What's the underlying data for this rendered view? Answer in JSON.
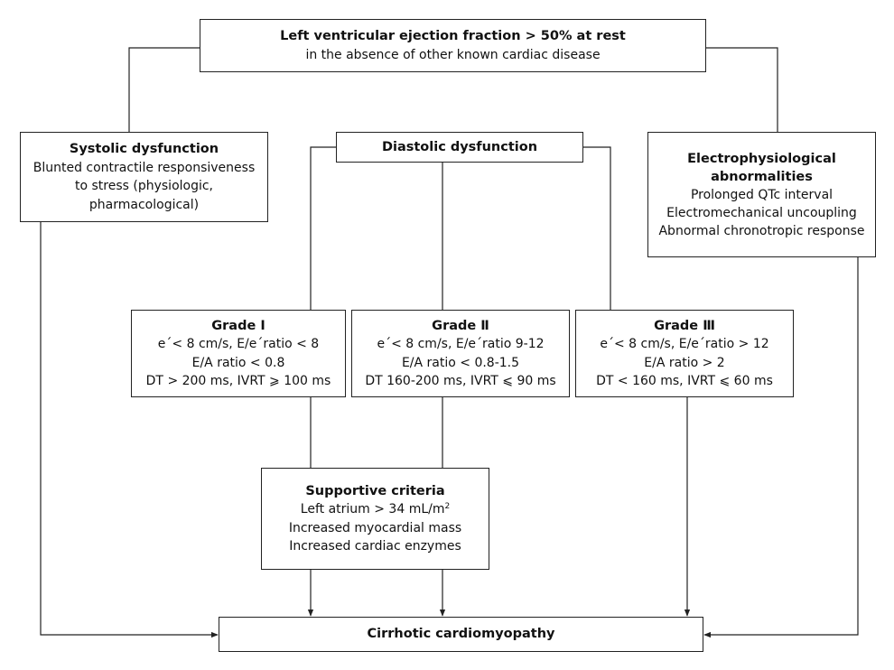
{
  "diagram": {
    "top_box": {
      "title": "Left ventricular ejection fraction > 50% at rest",
      "subtitle": "in the absence of other known cardiac disease"
    },
    "systolic": {
      "title": "Systolic dysfunction",
      "lines": [
        "Blunted contractile responsiveness",
        "to stress (physiologic,",
        "pharmacological)"
      ]
    },
    "diastolic": {
      "title": "Diastolic dysfunction"
    },
    "electrophysiological": {
      "title_lines": [
        "Electrophysiological",
        "abnormalities"
      ],
      "lines": [
        "Prolonged QTc interval",
        "Electromechanical uncoupling",
        "Abnormal chronotropic response"
      ]
    },
    "grades": [
      {
        "title": "Grade Ⅰ",
        "lines": [
          "e´< 8 cm/s, E/e´ratio < 8",
          "E/A ratio < 0.8",
          "DT > 200 ms, IVRT ⩾ 100 ms"
        ]
      },
      {
        "title": "Grade Ⅱ",
        "lines": [
          "e´< 8 cm/s, E/e´ratio 9-12",
          "E/A ratio < 0.8-1.5",
          "DT 160-200 ms, IVRT ⩽ 90 ms"
        ]
      },
      {
        "title": "Grade Ⅲ",
        "lines": [
          "e´< 8 cm/s, E/e´ratio > 12",
          "E/A ratio > 2",
          "DT < 160 ms, IVRT ⩽ 60 ms"
        ]
      }
    ],
    "supportive": {
      "title": "Supportive criteria",
      "line1_prefix": "Left atrium > 34 mL/m",
      "line1_sup": "2",
      "lines": [
        "Increased myocardial mass",
        "Increased cardiac enzymes"
      ]
    },
    "outcome": {
      "title": "Cirrhotic cardiomyopathy"
    },
    "line_color": "#222222"
  }
}
